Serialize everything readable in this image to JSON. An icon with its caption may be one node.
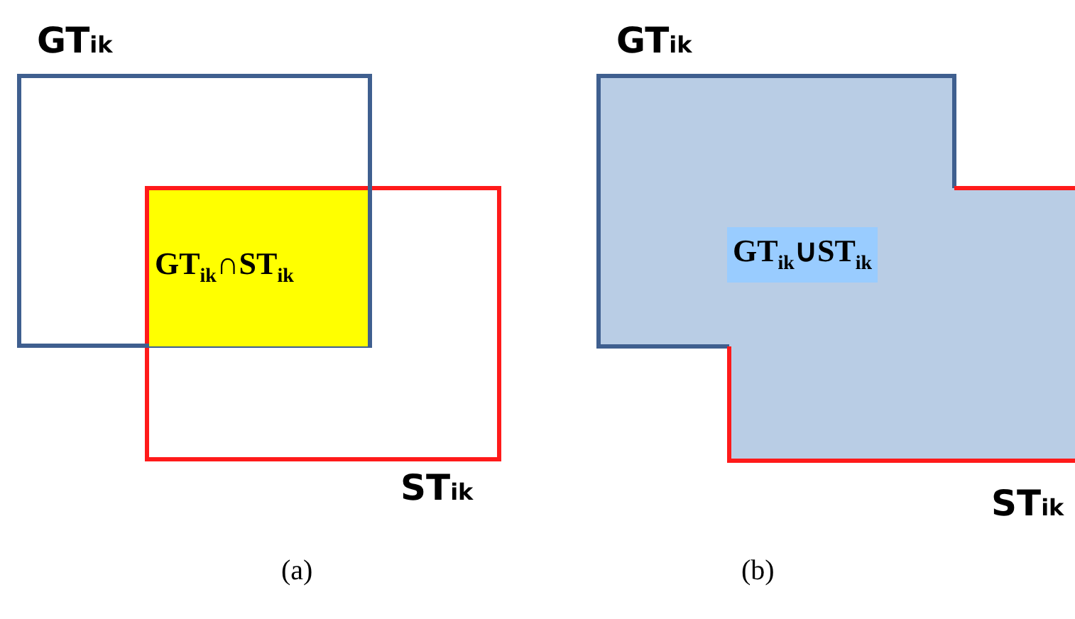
{
  "diagram": {
    "nodes": [
      {
        "text": [
          "GT$_{ik}$"
        ]
      },
      {
        "text": [
          "GT$_{ik}$∩ST$_{ik}$"
        ]
      },
      {
        "text": [
          "ST$_{ik}$"
        ]
      },
      {
        "text": [
          "GT$_{ik}$",
          "GT$_{ik}$∪ST$_{ik}$",
          "ST$_{ik}$"
        ]
      }
    ],
    "edges": [],
    "labels": [
      "(a)",
      "(b)"
    ]
  }
}
